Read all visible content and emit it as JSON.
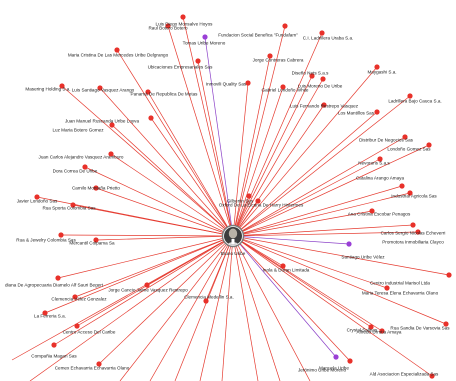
{
  "colors": {
    "edge": "#e53a2f",
    "edge_purple": "#8a3fc7",
    "node": "#e8312a",
    "node_purple": "#9a3fd6",
    "center_ring": "#7a7a7a"
  },
  "center": {
    "label": "Bruno Uribe"
  },
  "nodes": [
    {
      "label": "Luis Diego Monsalve Hoyos",
      "color": "red"
    },
    {
      "label": "Raul Botero Botero",
      "color": "red"
    },
    {
      "label": "Fundacion Social Benefica \"Fundafam\"",
      "color": "red"
    },
    {
      "label": "C.I. Ladrillera Uraba S.a.",
      "color": "red"
    },
    {
      "label": "Tomas Uribe Moreno",
      "color": "purple"
    },
    {
      "label": "Jorge Contreras Cabrera",
      "color": "red"
    },
    {
      "label": "Maria Cristina De Las Mercedes Uribe Delgrango",
      "color": "red"
    },
    {
      "label": "Ubicaciones Empresariales Sas",
      "color": "red"
    },
    {
      "label": "Diseño Nets S.a.s",
      "color": "red"
    },
    {
      "label": "Luis Moreno De Uribe",
      "color": "red"
    },
    {
      "label": "Maygashi S.a.",
      "color": "red"
    },
    {
      "label": "Inmovili Quality Sas",
      "color": "red"
    },
    {
      "label": "Gabriel Londoño White",
      "color": "red"
    },
    {
      "label": "Masering Holding S.a.",
      "color": "red"
    },
    {
      "label": "Luis Santiago Vasquez Arango",
      "color": "red"
    },
    {
      "label": "Panamá De Republica De Metas",
      "color": "red"
    },
    {
      "label": "Ladrillera Bajo Cauca S.a.",
      "color": "red"
    },
    {
      "label": "Luis Fernando Restrepo Vasquez",
      "color": "red"
    },
    {
      "label": "Los Mantillos Sas",
      "color": "red"
    },
    {
      "label": "Juan Manuel Ruscanda Uribe Loyva",
      "color": "red"
    },
    {
      "label": "Luz Maria Botero Gomez",
      "color": "red"
    },
    {
      "label": "Distribur De Negocios Sas",
      "color": "red"
    },
    {
      "label": "Londoño Gomez Sas",
      "color": "red"
    },
    {
      "label": "Juan Carlos Alejandro Vasquez Aramburo",
      "color": "red"
    },
    {
      "label": "Nevorans S.a.s",
      "color": "red"
    },
    {
      "label": "Dora Correa De Uribe",
      "color": "red"
    },
    {
      "label": "Camilo Montaña Prietto",
      "color": "red"
    },
    {
      "label": "Catalina Arango Amaya",
      "color": "red"
    },
    {
      "label": "Industrial Agricola Sas",
      "color": "red"
    },
    {
      "label": "Javier Londoño Sas",
      "color": "red"
    },
    {
      "label": "Rua Sporta Colombia Sas",
      "color": "red"
    },
    {
      "label": "Gilbertin Sas",
      "color": "red"
    },
    {
      "label": "Oxford De La Elcuna De Harry Hintermes",
      "color": "red"
    },
    {
      "label": "Ana Cristina Escobar Penagos",
      "color": "red"
    },
    {
      "label": "Carlos Sergio Nicolas Echeverri",
      "color": "red"
    },
    {
      "label": "Promotora Inmobiliaria Clayco",
      "color": "red"
    },
    {
      "label": "Rua & Jewelry Colombia Sas",
      "color": "red"
    },
    {
      "label": "Mercantil Colpama Sa",
      "color": "red"
    },
    {
      "label": "Santiago Uribe Vélez",
      "color": "purple"
    },
    {
      "label": "Inola & Duran Limitada",
      "color": "red"
    },
    {
      "label": "Centro Industrial Marisol Ltda",
      "color": "red"
    },
    {
      "label": "diana De Agropecuaria Diamelo Alf Sauri Begert",
      "color": "red"
    },
    {
      "label": "Jorge Cancio Jaime Vasquez Restrepo",
      "color": "red"
    },
    {
      "label": "Maria Teresa Elena Echavarria Olano",
      "color": "red"
    },
    {
      "label": "Clemencia Vélez Gonzalez",
      "color": "red"
    },
    {
      "label": "Clemencia Medellin S.a.",
      "color": "red"
    },
    {
      "label": "La Ferreria S.a.",
      "color": "red"
    },
    {
      "label": "Rua Sandia De Varsovia Sas",
      "color": "red"
    },
    {
      "label": "Centro Acceso Del Caribe",
      "color": "red"
    },
    {
      "label": "Crystal Salinas",
      "color": "red"
    },
    {
      "label": "Alfredo Urrutia Amaya",
      "color": "red"
    },
    {
      "label": "Compañia Magan Sas",
      "color": "red"
    },
    {
      "label": "Jerónimo Uribe Moreno",
      "color": "purple"
    },
    {
      "label": "Cemex Echavarria Echavarria Olano",
      "color": "red"
    },
    {
      "label": "Manuela Uribe",
      "color": "red"
    },
    {
      "label": "Ald Asociacion Especializada Sas",
      "color": "red"
    }
  ]
}
